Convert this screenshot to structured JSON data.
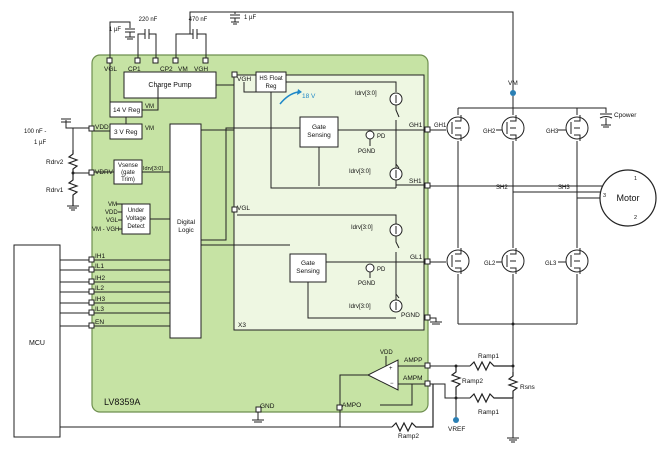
{
  "chip": {
    "name": "LV8359A",
    "pins": {
      "vgl": "VGL",
      "cp1": "CP1",
      "cp2": "CP2",
      "vm": "VM",
      "vgh": "VGH",
      "vdd": "VDD",
      "vdrv": "VDRV",
      "ih1": "IH1",
      "il1": "IL1",
      "ih2": "IH2",
      "il2": "IL2",
      "ih3": "IH3",
      "il3": "IL3",
      "en": "EN",
      "gh1": "GH1",
      "sh1": "SH1",
      "gl1": "GL1",
      "pgnd": "PGND",
      "ampp": "AMPP",
      "ampm": "AMPM",
      "ampo": "AMPO",
      "gnd": "GND"
    },
    "blocks": {
      "charge_pump": "Charge Pump",
      "reg14": "14 V Reg",
      "reg3": "3 V Reg",
      "vsense_1": "Vsense",
      "vsense_2": "(gate",
      "vsense_3": "Trim)",
      "uvd_1": "Under",
      "uvd_2": "Voltage",
      "uvd_3": "Detect",
      "digital_1": "Digital",
      "digital_2": "Logic",
      "hs_float_1": "HS Float",
      "hs_float_2": "Reg",
      "gate_sensing_1": "Gate",
      "gate_sensing_2": "Sensing",
      "gate_sensing_lo": "Gate",
      "gate_sensing_lo2": "Sensing",
      "x3": "X3"
    },
    "internal": {
      "vgh": "VGH",
      "vm1": "VM",
      "vm2": "VM",
      "idrv": "Idrv[3:0]",
      "idrv1": "Idrv[3:0]",
      "idrv2": "Idrv[3:0]",
      "idrv3": "Idrv[3:0]",
      "idrv4": "Idrv[3:0]",
      "pd1": "PD",
      "pd2": "PD",
      "pgnd1": "PGND",
      "pgnd2": "PGND",
      "v18": "18 V",
      "vgl": "VGL",
      "uvd_vm": "VM",
      "uvd_vdd": "VDD",
      "uvd_vgl": "VGL",
      "uvd_vmvgh": "VM - VGH",
      "amp_vdd": "VDD"
    }
  },
  "external": {
    "c1uF_top": "1 µF",
    "c220nF": "220 nF",
    "c470nF": "470 nF",
    "c1uF_right": "1 µF",
    "c100nF_1": "100 nF -",
    "c100nF_2": "1 µF",
    "rdrv2": "Rdrv2",
    "rdrv1": "Rdrv1",
    "mcu": "MCU",
    "vm_node": "VM",
    "cpower": "Cpower",
    "gh1": "GH1",
    "gh2": "GH2",
    "gh3": "GH3",
    "sh2": "SH2",
    "sh3": "SH3",
    "gl2": "GL2",
    "gl3": "GL3",
    "motor": "Motor",
    "ph1": "1",
    "ph2": "2",
    "ph3": "3",
    "ramp1_top": "Ramp1",
    "ramp2_mid": "Ramp2",
    "ramp1_bot": "Ramp1",
    "rsns": "Rsns",
    "vref": "VREF",
    "ramp2_bottom": "Ramp2"
  },
  "colors": {
    "chip_fill": "#c6e3a4",
    "chip_border": "#6e8f4f",
    "inner_fill": "#eef7e2",
    "arrow": "#1e88c8",
    "vm_dot": "#2a7fb4"
  }
}
